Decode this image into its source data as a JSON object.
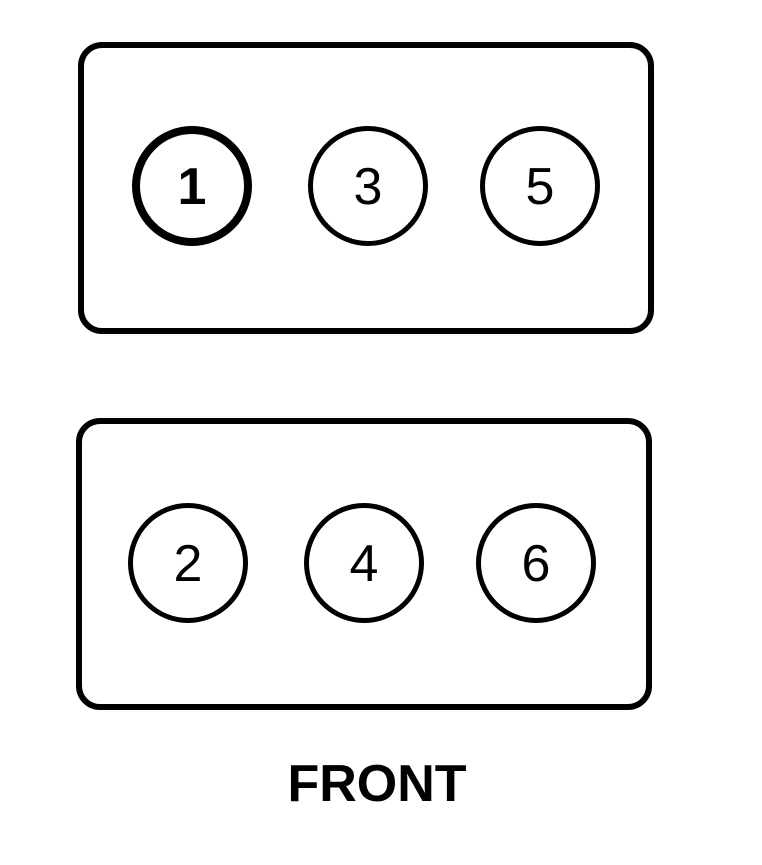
{
  "diagram": {
    "type": "engine cylinder firing layout",
    "banks": [
      {
        "name": "upper-bank",
        "cylinders": [
          {
            "number": "1",
            "highlighted": true
          },
          {
            "number": "3",
            "highlighted": false
          },
          {
            "number": "5",
            "highlighted": false
          }
        ]
      },
      {
        "name": "lower-bank",
        "cylinders": [
          {
            "number": "2",
            "highlighted": false
          },
          {
            "number": "4",
            "highlighted": false
          },
          {
            "number": "6",
            "highlighted": false
          }
        ]
      }
    ],
    "orientation_label": "FRONT",
    "colors": {
      "stroke": "#000000",
      "background": "#ffffff"
    }
  }
}
